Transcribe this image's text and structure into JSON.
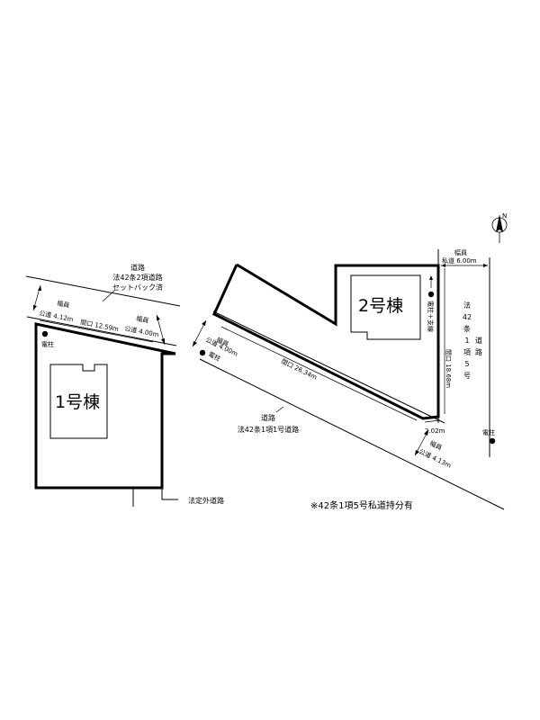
{
  "lot1": {
    "building": "1号棟",
    "pole": "電柱",
    "road_title": "道路",
    "road_type": "法42条2項道路",
    "road_note": "セットバック済",
    "width_label": "幅員",
    "width_before": "公道 4.12m",
    "width_after": "公道 4.00m",
    "frontage": "間口 12.59m",
    "extra_road": "法定外道路"
  },
  "lot2": {
    "building": "2号棟",
    "pole_left": "電柱",
    "pole_top": "電柱＋支線",
    "pole_right": "電柱",
    "road_width_label": "幅員",
    "road_width_top": "公道 4.00m",
    "road_width_bottom": "公道 4.13m",
    "frontage": "間口 26.34m",
    "road_title": "道路",
    "road_type": "法42条1項1号道路",
    "corner": "2.02m",
    "side_frontage": "間口 18.68m",
    "private_road_width_label": "幅員",
    "private_road_width": "私道 6.00m",
    "private_road_type": [
      "法",
      "42",
      "条",
      "1",
      "項",
      "5",
      "号",
      "道",
      "路"
    ]
  },
  "note": "※42条1項5号私道持分有",
  "north_label": "N"
}
